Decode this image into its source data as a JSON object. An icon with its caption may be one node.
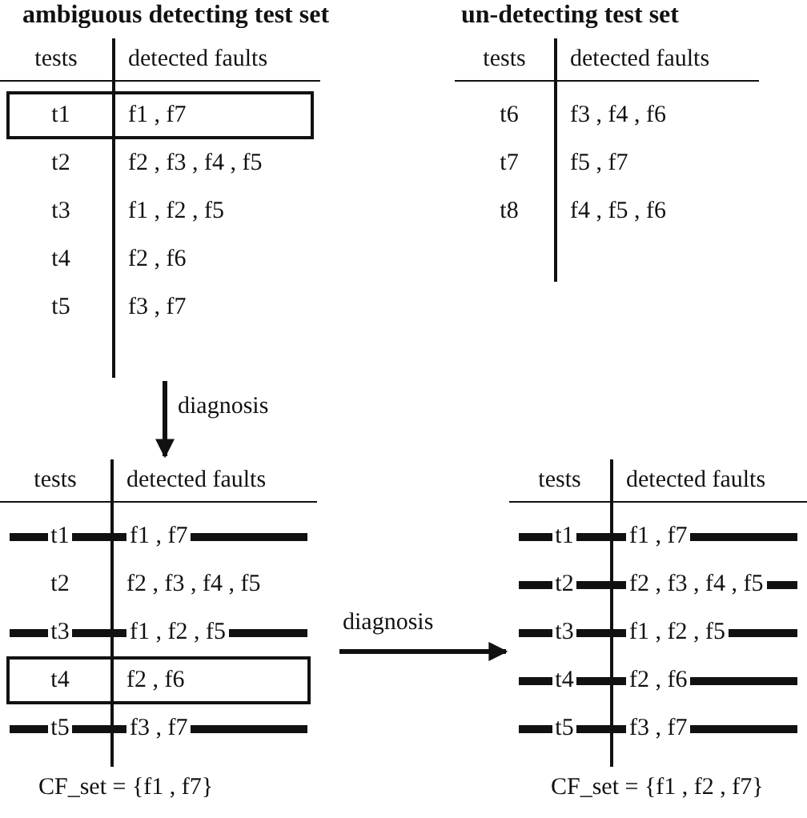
{
  "diagram": {
    "nodes": [
      {
        "text": [
          "ambiguous detecting test set",
          "tests",
          "detected faults",
          "t1",
          "f1 , f7",
          "t2",
          "f2 , f3 , f4 , f5",
          "t3",
          "f1 , f2 , f5",
          "t4",
          "f2 , f6",
          "t5",
          "f3 , f7"
        ]
      },
      {
        "text": [
          "un-detecting test set",
          "tests",
          "detected faults",
          "t6",
          "f3 , f4 , f6",
          "t7",
          "f5 , f7",
          "t8",
          "f4 , f5 , f6"
        ]
      },
      {
        "text": [
          "tests",
          "detected faults",
          "t1",
          "f1 , f7",
          "t2",
          "f2 , f3 , f4 , f5",
          "t3",
          "f1 , f2 , f5",
          "t4",
          "f2 , f6",
          "t5",
          "f3 , f7"
        ],
        "beside": [
          "CF_set = {f1 , f7}"
        ]
      },
      {
        "text": [
          "tests",
          "detected faults",
          "t1",
          "f1 , f7",
          "t2",
          "f2 , f3 , f4 , f5",
          "t3",
          "f1 , f2 , f5",
          "t4",
          "f2 , f6",
          "t5",
          "f3 , f7"
        ],
        "beside": [
          "CF_set = {f1 , f2 , f7}"
        ]
      }
    ],
    "edges": [
      {
        "from": 0,
        "to": 2,
        "arrow": "to",
        "label": "diagnosis"
      },
      {
        "from": 2,
        "to": 3,
        "arrow": "to",
        "label": "diagnosis"
      }
    ]
  }
}
